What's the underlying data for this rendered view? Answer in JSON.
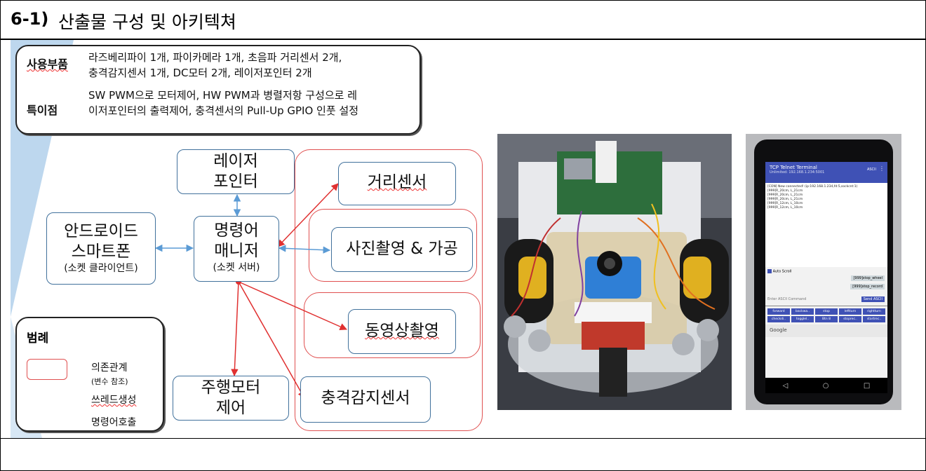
{
  "header": {
    "number": "6-1)",
    "title": "산출물 구성 및 아키텍쳐"
  },
  "info": {
    "parts_label": "사용부품",
    "parts_line1": "라즈베리파이 1개, 파이카메라 1개, 초음파 거리센서 2개,",
    "parts_line2": "충격감지센서 1개, DC모터 2개, 레이저포인터 2개",
    "features_label": "특이점",
    "features_line1": "SW PWM으로 모터제어, HW PWM과 병렬저항 구성으로 레",
    "features_line2": "이저포인터의 출력제어, 충격센서의 Pull-Up GPIO 인풋 설정"
  },
  "diagram": {
    "laser": {
      "line1": "레이저",
      "line2": "포인터"
    },
    "android": {
      "line1": "안드로이드",
      "line2": "스마트폰",
      "sub": "(소켓 클라이언트)"
    },
    "manager": {
      "line1": "명령어",
      "line2": "매니저",
      "sub": "(소켓 서버)"
    },
    "motor": {
      "line1": "주행모터",
      "line2": "제어"
    },
    "distance": "거리센서",
    "photo": "사진촬영 & 가공",
    "video": "동영상촬영",
    "shock": "충격감지센서"
  },
  "legend": {
    "title": "범례",
    "dependency": "의존관계",
    "dependency_sub": "(변수 참조)",
    "thread": "쓰레드생성",
    "command": "명령어호출"
  },
  "phone": {
    "app_title": "TCP Telnet Terminal",
    "app_subtitle": "Unlimited: 192.168.1.234:5001",
    "ascii_button": "ASCII",
    "log_lines": [
      "[CON] New connected! (ip:192.168.1.234,fd:5,sockcnt:1)",
      "[999]R_20cm, L_21cm",
      "[999]R_20cm, L_21cm",
      "[999]R_20cm, L_21cm",
      "[999]R_12cm, L_10cm",
      "[999]R_12cm, L_10cm"
    ],
    "auto_scroll": "Auto Scroll",
    "macro1": "[999]stop_wheel",
    "macro2": "[999]stop_record",
    "input_placeholder": "Enter ASCII Command",
    "send_button": "Send ASCII",
    "buttons": [
      "forward",
      "backwa..",
      "stop",
      "leftturn",
      "rightturn",
      "checkdi..",
      "togglel..",
      "Btn 8",
      "stoprec..",
      "startrec.."
    ],
    "ad_text": "Google"
  },
  "colors": {
    "blue_border": "#41719c",
    "red_group": "#e05050",
    "blue_arrow": "#5b9bd5",
    "red_arrow": "#e03030"
  }
}
